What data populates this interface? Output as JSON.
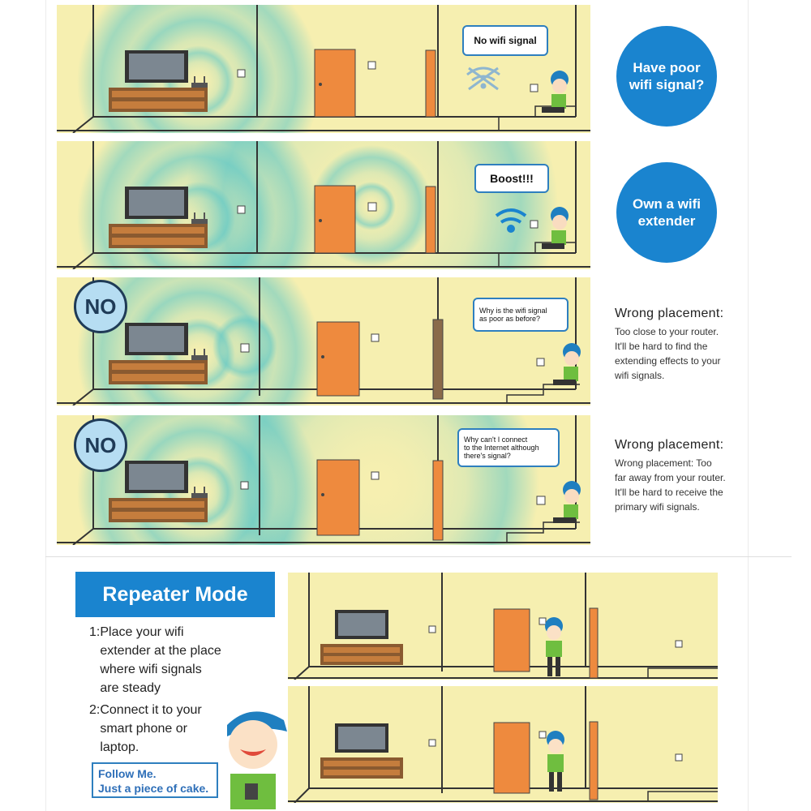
{
  "panels": [
    {
      "bubble": "No wifi signal",
      "side": "Have poor\nwifi signal?"
    },
    {
      "bubble": "Boost!!!",
      "side": "Own a wifi\nextender"
    },
    {
      "badge": "NO",
      "bubble": "Why is the wifi signal\nas poor as before?",
      "title": "Wrong placement:",
      "desc": "Too close to your router.\nIt'll be hard to find the\nextending effects to your\nwifi signals."
    },
    {
      "badge": "NO",
      "bubble": "Why can't I connect\nto the Internet although\nthere's signal?",
      "title": "Wrong placement:",
      "desc": "Wrong placement: Too\nfar away from your router.\nIt'll be hard to receive the\nprimary wifi signals."
    }
  ],
  "repeater": {
    "title": "Repeater Mode",
    "step1": "1:Place your wifi\n   extender at the place\n   where wifi signals\n   are steady",
    "step2": "2:Connect it to your\n   smart phone or\n   laptop.",
    "follow": "Follow Me.\nJust a piece of cake."
  },
  "icons": [
    "tv-icon",
    "router-icon",
    "door-icon",
    "wall-socket-icon",
    "wifi-icon",
    "no-wifi-icon",
    "boy-character-icon"
  ],
  "colors": {
    "accent": "#1a84cf",
    "wall": "#f6efb0",
    "door": "#ee8a3e",
    "signal": "#5cc7c7"
  }
}
